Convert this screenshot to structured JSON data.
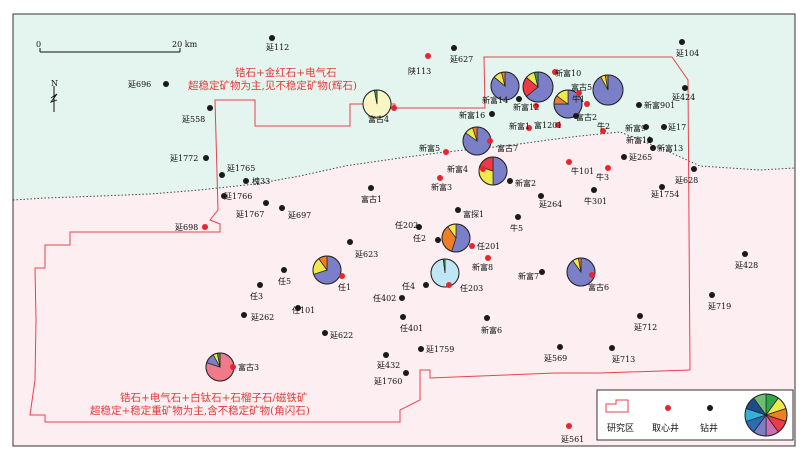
{
  "scale_bar": {
    "start_label": "0",
    "end_label": "20 km"
  },
  "north_label": "N",
  "annotations": {
    "north_line1": "锆石+金红石+电气石",
    "north_line2": "超稳定矿物为主,见不稳定矿物(辉石)",
    "south_line1": "锆石+电气石+白钛石+石榴子石/磁铁矿",
    "south_line2": "超稳定+稳定重矿物为主,含不稳定矿物(角闪石)"
  },
  "legend": {
    "study_area": "研究区",
    "core_well": "取心井",
    "drill_well": "钻井"
  },
  "wells": [
    {
      "id": "w1",
      "name": "延112",
      "type": "drill"
    },
    {
      "id": "w2",
      "name": "陕113",
      "type": "core"
    },
    {
      "id": "w3",
      "name": "延627",
      "type": "drill"
    },
    {
      "id": "w4",
      "name": "延104",
      "type": "drill"
    },
    {
      "id": "w5",
      "name": "延696",
      "type": "drill"
    },
    {
      "id": "w6",
      "name": "延558",
      "type": "drill"
    },
    {
      "id": "w7",
      "name": "延1772",
      "type": "drill"
    },
    {
      "id": "w8",
      "name": "延1765",
      "type": "drill"
    },
    {
      "id": "w9",
      "name": "槐33",
      "type": "drill"
    },
    {
      "id": "w10",
      "name": "延1766",
      "type": "drill"
    },
    {
      "id": "w11",
      "name": "延1767",
      "type": "drill"
    },
    {
      "id": "w12",
      "name": "延697",
      "type": "drill"
    },
    {
      "id": "w13",
      "name": "延698",
      "type": "core"
    },
    {
      "id": "w14",
      "name": "富古4",
      "type": "core"
    },
    {
      "id": "w15",
      "name": "新富10",
      "type": "core"
    },
    {
      "id": "w16",
      "name": "富古5",
      "type": "core"
    },
    {
      "id": "w17",
      "name": "新富14",
      "type": "drill"
    },
    {
      "id": "w18",
      "name": "新富12",
      "type": "core"
    },
    {
      "id": "w19",
      "name": "牛1",
      "type": "core"
    },
    {
      "id": "w20",
      "name": "富古2",
      "type": "drill"
    },
    {
      "id": "w21",
      "name": "新富16",
      "type": "drill"
    },
    {
      "id": "w22",
      "name": "新富1",
      "type": "core"
    },
    {
      "id": "w23",
      "name": "富1201",
      "type": "core"
    },
    {
      "id": "w24",
      "name": "延424",
      "type": "drill"
    },
    {
      "id": "w25",
      "name": "新富901",
      "type": "drill"
    },
    {
      "id": "w26",
      "name": "牛2",
      "type": "core"
    },
    {
      "id": "w27",
      "name": "新富9",
      "type": "drill"
    },
    {
      "id": "w28",
      "name": "延17",
      "type": "drill"
    },
    {
      "id": "w29",
      "name": "新富11",
      "type": "drill"
    },
    {
      "id": "w30",
      "name": "新富13",
      "type": "drill"
    },
    {
      "id": "w31",
      "name": "延265",
      "type": "drill"
    },
    {
      "id": "w32",
      "name": "新富5",
      "type": "core"
    },
    {
      "id": "w33",
      "name": "富古7",
      "type": "core"
    },
    {
      "id": "w34",
      "name": "新富4",
      "type": "core"
    },
    {
      "id": "w35",
      "name": "新富3",
      "type": "core"
    },
    {
      "id": "w36",
      "name": "新富2",
      "type": "drill"
    },
    {
      "id": "w37",
      "name": "牛101",
      "type": "core"
    },
    {
      "id": "w38",
      "name": "牛3",
      "type": "core"
    },
    {
      "id": "w39",
      "name": "延628",
      "type": "drill"
    },
    {
      "id": "w40",
      "name": "延1754",
      "type": "drill"
    },
    {
      "id": "w41",
      "name": "富古1",
      "type": "drill"
    },
    {
      "id": "w42",
      "name": "延264",
      "type": "drill"
    },
    {
      "id": "w43",
      "name": "牛301",
      "type": "drill"
    },
    {
      "id": "w44",
      "name": "富探1",
      "type": "drill"
    },
    {
      "id": "w45",
      "name": "任202",
      "type": "drill"
    },
    {
      "id": "w46",
      "name": "牛5",
      "type": "drill"
    },
    {
      "id": "w47",
      "name": "任2",
      "type": "drill"
    },
    {
      "id": "w48",
      "name": "任201",
      "type": "core"
    },
    {
      "id": "w49",
      "name": "延623",
      "type": "drill"
    },
    {
      "id": "w50",
      "name": "新富8",
      "type": "core"
    },
    {
      "id": "w51",
      "name": "任5",
      "type": "drill"
    },
    {
      "id": "w52",
      "name": "任1",
      "type": "core"
    },
    {
      "id": "w53",
      "name": "任4",
      "type": "drill"
    },
    {
      "id": "w54",
      "name": "任203",
      "type": "core"
    },
    {
      "id": "w55",
      "name": "新富7",
      "type": "drill"
    },
    {
      "id": "w56",
      "name": "富古6",
      "type": "core"
    },
    {
      "id": "w57",
      "name": "延428",
      "type": "drill"
    },
    {
      "id": "w58",
      "name": "任3",
      "type": "drill"
    },
    {
      "id": "w59",
      "name": "任402",
      "type": "drill"
    },
    {
      "id": "w60",
      "name": "任101",
      "type": "drill"
    },
    {
      "id": "w61",
      "name": "延262",
      "type": "drill"
    },
    {
      "id": "w62",
      "name": "延719",
      "type": "drill"
    },
    {
      "id": "w63",
      "name": "任401",
      "type": "drill"
    },
    {
      "id": "w64",
      "name": "新富6",
      "type": "drill"
    },
    {
      "id": "w65",
      "name": "延712",
      "type": "drill"
    },
    {
      "id": "w66",
      "name": "延622",
      "type": "drill"
    },
    {
      "id": "w67",
      "name": "延1759",
      "type": "drill"
    },
    {
      "id": "w68",
      "name": "延569",
      "type": "drill"
    },
    {
      "id": "w69",
      "name": "延713",
      "type": "drill"
    },
    {
      "id": "w70",
      "name": "延432",
      "type": "drill"
    },
    {
      "id": "w71",
      "name": "延1760",
      "type": "drill"
    },
    {
      "id": "w72",
      "name": "富古3",
      "type": "core"
    },
    {
      "id": "w73",
      "name": "延561",
      "type": "core"
    }
  ],
  "pies": [
    {
      "id": "p1",
      "slices": [
        {
          "color": "#7b7fc8",
          "value": 0.86
        },
        {
          "color": "#f1e94b",
          "value": 0.1
        },
        {
          "color": "#ef7f26",
          "value": 0.04
        }
      ]
    },
    {
      "id": "p2",
      "slices": [
        {
          "color": "#7b7fc8",
          "value": 0.64
        },
        {
          "color": "#ec3a46",
          "value": 0.22
        },
        {
          "color": "#f1e94b",
          "value": 0.1
        },
        {
          "color": "#2fa84a",
          "value": 0.04
        }
      ]
    },
    {
      "id": "p3",
      "slices": [
        {
          "color": "#7b7fc8",
          "value": 0.92
        },
        {
          "color": "#f1e94b",
          "value": 0.05
        },
        {
          "color": "#ef7f26",
          "value": 0.03
        }
      ]
    },
    {
      "id": "p4",
      "slices": [
        {
          "color": "#7b7fc8",
          "value": 0.75
        },
        {
          "color": "#ef7f26",
          "value": 0.1
        },
        {
          "color": "#f1e94b",
          "value": 0.15
        }
      ]
    },
    {
      "id": "p5",
      "slices": [
        {
          "color": "#faf6c4",
          "value": 0.97
        },
        {
          "color": "#2fa84a",
          "value": 0.03
        }
      ]
    },
    {
      "id": "p6",
      "slices": [
        {
          "color": "#7b7fc8",
          "value": 0.85
        },
        {
          "color": "#f1e94b",
          "value": 0.1
        },
        {
          "color": "#ef7f26",
          "value": 0.05
        }
      ]
    },
    {
      "id": "p7",
      "slices": [
        {
          "color": "#7b7fc8",
          "value": 0.5
        },
        {
          "color": "#f1e94b",
          "value": 0.3
        },
        {
          "color": "#ec3a46",
          "value": 0.2
        }
      ]
    },
    {
      "id": "p8",
      "slices": [
        {
          "color": "#7b7fc8",
          "value": 0.55
        },
        {
          "color": "#ef7f26",
          "value": 0.35
        },
        {
          "color": "#f1e94b",
          "value": 0.1
        }
      ]
    },
    {
      "id": "p9",
      "slices": [
        {
          "color": "#7b7fc8",
          "value": 0.7
        },
        {
          "color": "#f1e94b",
          "value": 0.2
        },
        {
          "color": "#ef7f26",
          "value": 0.1
        }
      ]
    },
    {
      "id": "p10",
      "slices": [
        {
          "color": "#bfe6f2",
          "value": 0.98
        },
        {
          "color": "#2fa84a",
          "value": 0.02
        }
      ]
    },
    {
      "id": "p11",
      "slices": [
        {
          "color": "#7b7fc8",
          "value": 0.9
        },
        {
          "color": "#f1e94b",
          "value": 0.07
        },
        {
          "color": "#ef7f26",
          "value": 0.03
        }
      ]
    },
    {
      "id": "p12",
      "slices": [
        {
          "color": "#f07a8a",
          "value": 0.8
        },
        {
          "color": "#7b7fc8",
          "value": 0.12
        },
        {
          "color": "#f1e94b",
          "value": 0.05
        },
        {
          "color": "#2fa84a",
          "value": 0.03
        }
      ]
    }
  ],
  "legend_pie_colors": [
    "#2fa84a",
    "#f1e94b",
    "#ef7f26",
    "#ec3a46",
    "#c86fb4",
    "#7b7fc8",
    "#2b6cb6",
    "#33b1d6",
    "#1b4d8a",
    "#6fbf73"
  ],
  "colors": {
    "north_zone": "#e4f4ee",
    "south_zone": "#fdeef2",
    "study_boundary": "#e8424f",
    "core_dot": "#e8242f",
    "drill_dot": "#1a1a1a",
    "annotation_text": "#e03a3a"
  }
}
